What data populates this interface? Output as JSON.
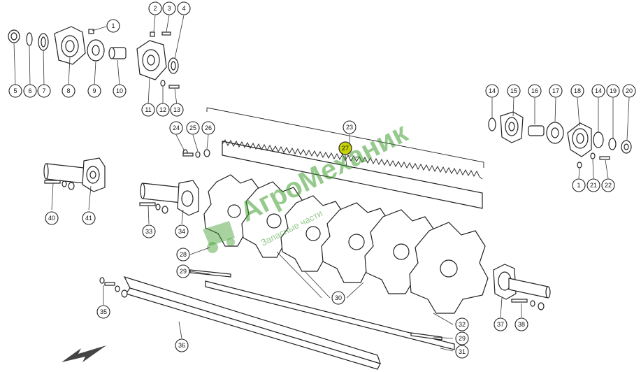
{
  "diagram": {
    "highlight_color": "#c8d400",
    "watermark": {
      "title": "АгроМеханик",
      "subtitle": "Запасные части",
      "color": "#3f9e2f"
    },
    "callouts": {
      "c1a": "1",
      "c2": "2",
      "c3": "3",
      "c4": "4",
      "c5": "5",
      "c6": "6",
      "c7": "7",
      "c8": "8",
      "c9": "9",
      "c10": "10",
      "c11": "11",
      "c12": "12",
      "c13": "13",
      "c14a": "14",
      "c15": "15",
      "c16": "16",
      "c17": "17",
      "c18": "18",
      "c14b": "14",
      "c19": "19",
      "c20": "20",
      "c1b": "1",
      "c21": "21",
      "c22": "22",
      "c23": "23",
      "c24": "24",
      "c25": "25",
      "c26": "26",
      "c27": "27",
      "c28": "28",
      "c29a": "29",
      "c29b": "29",
      "c30": "30",
      "c31": "31",
      "c32": "32",
      "c33": "33",
      "c34": "34",
      "c35": "35",
      "c36": "36",
      "c37": "37",
      "c38": "38",
      "c40": "40",
      "c41": "41"
    }
  }
}
